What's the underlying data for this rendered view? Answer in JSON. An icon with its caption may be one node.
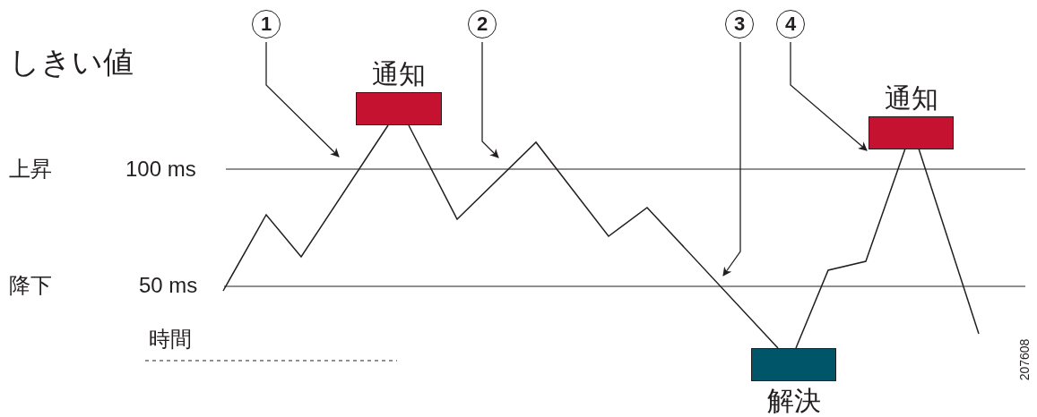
{
  "diagram": {
    "nodes": [
      {
        "text": [
          "1"
        ]
      },
      {
        "text": [
          "2"
        ]
      },
      {
        "text": [
          "3"
        ]
      },
      {
        "text": [
          "4"
        ]
      },
      {
        "text": [
          "通知"
        ]
      },
      {
        "text": [
          "通知"
        ]
      },
      {
        "text": [
          "解決"
        ]
      }
    ],
    "edges": [
      {
        "from": 0,
        "to": null,
        "arrow": "to"
      },
      {
        "from": 1,
        "to": null,
        "arrow": "to"
      },
      {
        "from": 2,
        "to": null,
        "arrow": "to"
      },
      {
        "from": 3,
        "to": 5,
        "arrow": "to"
      },
      {
        "from": null,
        "to": 4,
        "arrow": "none"
      },
      {
        "from": 4,
        "to": 6,
        "arrow": "none"
      },
      {
        "from": 6,
        "to": 5,
        "arrow": "none"
      },
      {
        "from": 5,
        "to": null,
        "arrow": "none"
      }
    ],
    "labels": [
      "しきい値",
      "上昇",
      "100 ms",
      "降下",
      "50 ms",
      "時間",
      "207608"
    ]
  }
}
